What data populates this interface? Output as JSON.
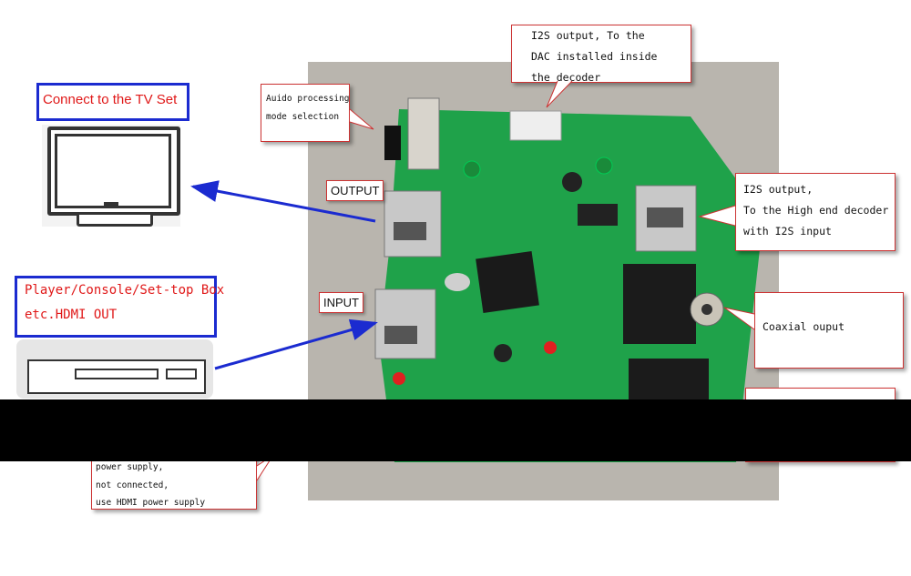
{
  "callouts": {
    "i2s_dac": [
      "I2S output, To the",
      "DAC installed inside",
      "the decoder"
    ],
    "audio_mode": [
      "Auido processing",
      "mode selection"
    ],
    "i2s_highend": [
      "I2S output,",
      "To the High end decoder",
      "with I2S input"
    ],
    "coaxial": "Coaxial ouput",
    "power": [
      "power supply,",
      "not connected,",
      "use HDMI power supply"
    ]
  },
  "labels": {
    "output": "OUTPUT",
    "input": "INPUT"
  },
  "tv_box": "Connect to the TV Set",
  "player_box": [
    "Player/Console/Set-top Box",
    "etc.HDMI OUT"
  ],
  "colors": {
    "pcb": "#1fa24a",
    "box_border": "#1b2bd0",
    "box_text": "#e01818",
    "arrow": "#1b2bd0"
  }
}
